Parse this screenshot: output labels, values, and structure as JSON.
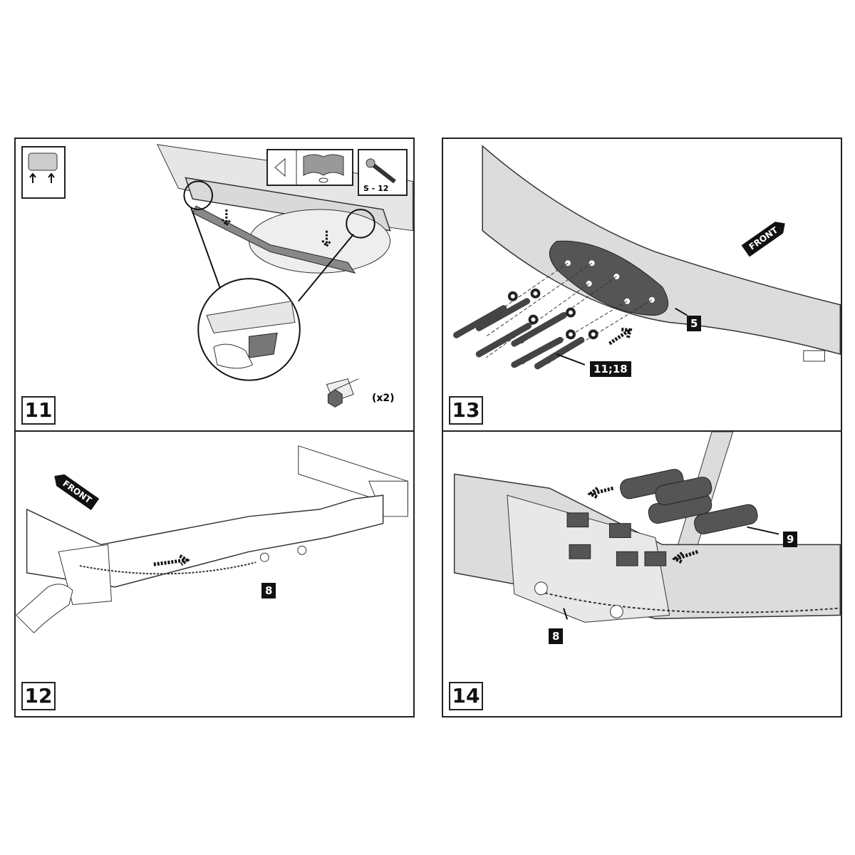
{
  "panels": [
    {
      "step": "11",
      "tool_label": "S - 12",
      "quantity": "(x2)"
    },
    {
      "step": "12",
      "direction": "FRONT",
      "part_tag": "8"
    },
    {
      "step": "13",
      "direction": "FRONT",
      "plate_tag": "5",
      "bolt_tag": "11;18"
    },
    {
      "step": "14",
      "spacer_tag": "9",
      "part_tag": "8"
    }
  ],
  "colors": {
    "frame": "#d9d9d9",
    "line": "#222222",
    "part": "#555555"
  }
}
